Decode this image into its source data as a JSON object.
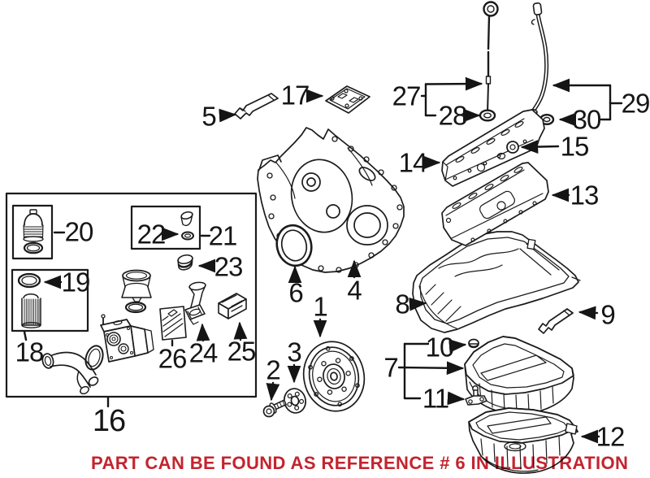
{
  "diagram": {
    "caption": {
      "text": "PART CAN BE FOUND AS REFERENCE # 6 IN ILLUSTRATION",
      "color": "#c3242e"
    },
    "colors": {
      "background": "#ffffff",
      "line": "#1b1b1b",
      "label": "#161616"
    },
    "callouts": [
      {
        "number": "1"
      },
      {
        "number": "2"
      },
      {
        "number": "3"
      },
      {
        "number": "4"
      },
      {
        "number": "5"
      },
      {
        "number": "6"
      },
      {
        "number": "7"
      },
      {
        "number": "8"
      },
      {
        "number": "9"
      },
      {
        "number": "10"
      },
      {
        "number": "11"
      },
      {
        "number": "12"
      },
      {
        "number": "13"
      },
      {
        "number": "14"
      },
      {
        "number": "15"
      },
      {
        "number": "16"
      },
      {
        "number": "17"
      },
      {
        "number": "18"
      },
      {
        "number": "19"
      },
      {
        "number": "20"
      },
      {
        "number": "21"
      },
      {
        "number": "22"
      },
      {
        "number": "23"
      },
      {
        "number": "24"
      },
      {
        "number": "25"
      },
      {
        "number": "26"
      },
      {
        "number": "27"
      },
      {
        "number": "28"
      },
      {
        "number": "29"
      },
      {
        "number": "30"
      }
    ]
  }
}
